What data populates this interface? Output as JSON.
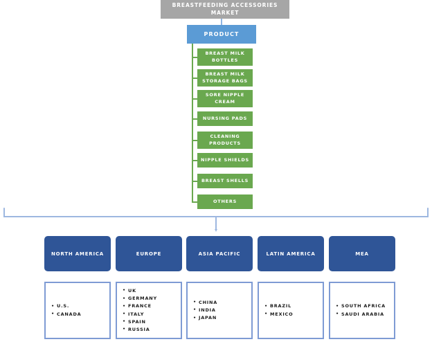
{
  "root": {
    "title": "BREASTFEEDING ACCESSORIES MARKET",
    "color": "#a6a6a6"
  },
  "segment": {
    "label": "PRODUCT",
    "color": "#5b9bd5"
  },
  "products": {
    "color": "#6aa84f",
    "items": [
      {
        "label": "BREAST MILK BOTTLES"
      },
      {
        "label": "BREAST MILK STORAGE BAGS"
      },
      {
        "label": "SORE NIPPLE CREAM"
      },
      {
        "label": "NURSING PADS"
      },
      {
        "label": "CLEANING PRODUCTS"
      },
      {
        "label": "NIPPLE SHIELDS"
      },
      {
        "label": "BREAST SHELLS"
      },
      {
        "label": "OTHERS"
      }
    ]
  },
  "regions": {
    "header_color": "#2f5597",
    "list_border_color": "#7e9bd4",
    "items": [
      {
        "label": "NORTH AMERICA",
        "countries": [
          "U.S.",
          "CANADA"
        ]
      },
      {
        "label": "EUROPE",
        "countries": [
          "UK",
          "GERMANY",
          "FRANCE",
          "ITALY",
          "SPAIN",
          "RUSSIA"
        ]
      },
      {
        "label": "ASIA PACIFIC",
        "countries": [
          "CHINA",
          "INDIA",
          "JAPAN"
        ]
      },
      {
        "label": "LATIN AMERICA",
        "countries": [
          "BRAZIL",
          "MEXICO"
        ]
      },
      {
        "label": "MEA",
        "countries": [
          "SOUTH AFRICA",
          "SAUDI ARABIA"
        ]
      }
    ]
  },
  "connectors": {
    "color": "#9db7e0",
    "green_color": "#6aa84f"
  }
}
